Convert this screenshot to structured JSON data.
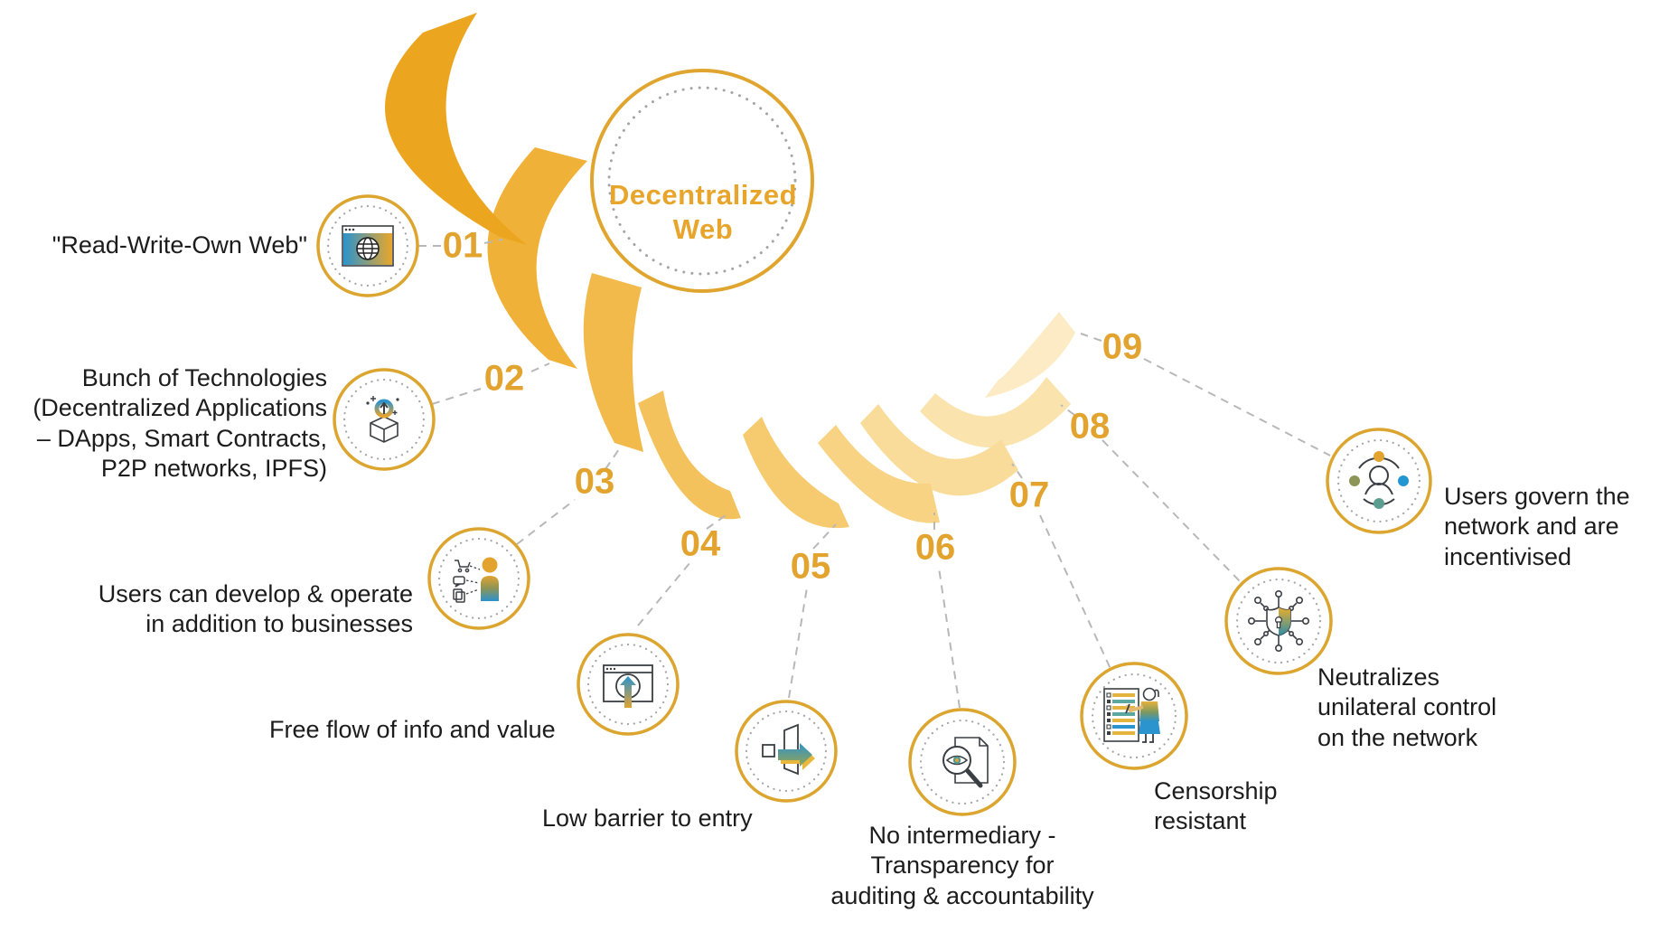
{
  "title": {
    "text": "Decentralized\nWeb"
  },
  "items": [
    {
      "num": "01",
      "label": "\"Read-Write-Own Web\"",
      "icon": "browser-globe-icon"
    },
    {
      "num": "02",
      "label": "Bunch of Technologies\n(Decentralized Applications\n– DApps, Smart Contracts,\nP2P networks, IPFS)",
      "icon": "open-box-icon"
    },
    {
      "num": "03",
      "label": "Users can develop & operate\nin addition to businesses",
      "icon": "user-activities-icon"
    },
    {
      "num": "04",
      "label": "Free flow of info and value",
      "icon": "browser-upload-icon"
    },
    {
      "num": "05",
      "label": "Low barrier to entry",
      "icon": "door-arrow-icon"
    },
    {
      "num": "06",
      "label": "No intermediary -\nTransparency for\nauditing & accountability",
      "icon": "magnifier-eye-icon"
    },
    {
      "num": "07",
      "label": "Censorship\nresistant",
      "icon": "checklist-person-icon"
    },
    {
      "num": "08",
      "label": "Neutralizes\nunilateral control\non the network",
      "icon": "network-lock-icon"
    },
    {
      "num": "09",
      "label": "Users govern the\nnetwork and are\nincentivised",
      "icon": "community-icon"
    }
  ],
  "fan": {
    "segments": [
      {
        "n": 1,
        "color": "#ECA51F"
      },
      {
        "n": 2,
        "color": "#F0B138"
      },
      {
        "n": 3,
        "color": "#F2BA4B"
      },
      {
        "n": 4,
        "color": "#F4C25C"
      },
      {
        "n": 5,
        "color": "#F6CA6E"
      },
      {
        "n": 6,
        "color": "#F8D384"
      },
      {
        "n": 7,
        "color": "#FADC9A"
      },
      {
        "n": 8,
        "color": "#FBE3AE"
      },
      {
        "n": 9,
        "color": "#FCEBC4"
      }
    ]
  },
  "colors": {
    "gold": "#E2A52E",
    "title_gold": "#E8A52B",
    "number_gold": "#E2A32F",
    "text": "#1C1C1C",
    "dotted_ring": "#A5A5A5",
    "dash_line": "#B8B8B8",
    "icon_outline": "#3A3F44",
    "accent_blue": "#2B93CE",
    "accent_teal": "#4D9C96",
    "accent_olive": "#8C9456"
  }
}
